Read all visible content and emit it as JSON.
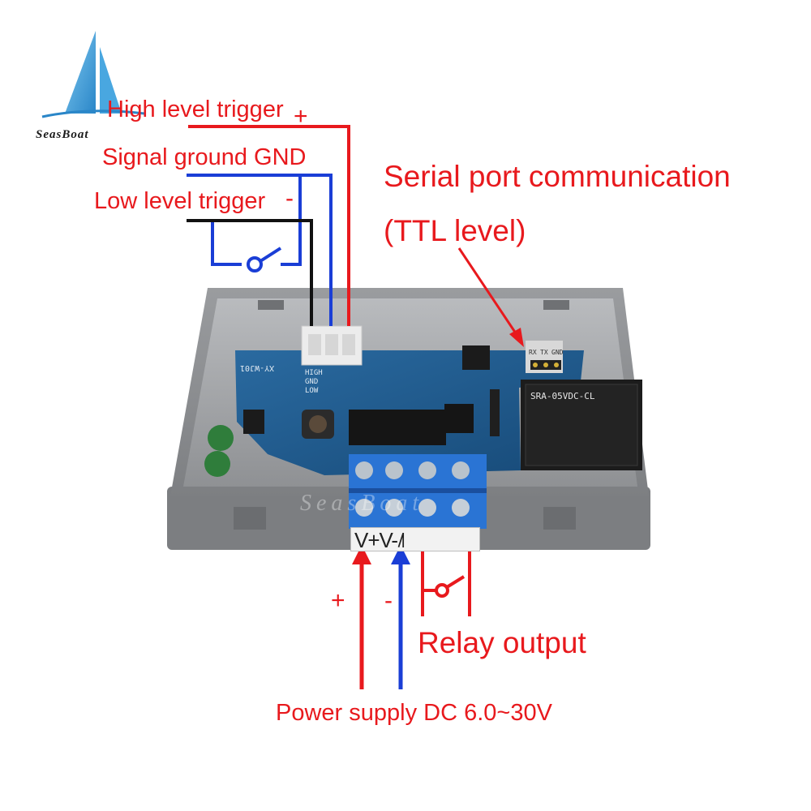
{
  "brand": {
    "name": "SeasBoat"
  },
  "labels": {
    "high_level_trigger": "High level trigger",
    "high_level_sign": "+",
    "signal_ground": "Signal ground GND",
    "low_level_trigger": "Low level trigger",
    "low_level_sign": "-",
    "serial_port_line1": "Serial port communication",
    "serial_port_line2": "(TTL level)",
    "power_plus": "+",
    "power_minus": "-",
    "relay_output": "Relay output",
    "power_supply": "Power supply DC 6.0~30V"
  },
  "board": {
    "model": "XY-WJ01",
    "input_pins": [
      "HIGH",
      "GND",
      "LOW"
    ],
    "serial_pins": [
      "RX",
      "TX",
      "GND"
    ],
    "relay_model": "SRA-05VDC-CL",
    "terminal_legend": "V+V-˩˥"
  },
  "colors": {
    "label_red": "#e8191d",
    "wire_red": "#e8191d",
    "wire_blue": "#1a3ed6",
    "wire_black": "#111111",
    "housing_gray": "#8a8c8f",
    "pcb_blue": "#1f5a8c",
    "terminal_blue": "#1f6fd1"
  },
  "icons": [
    "sailboat-logo-icon",
    "switch-symbol-icon",
    "relay-switch-symbol-icon",
    "arrow-icon"
  ]
}
